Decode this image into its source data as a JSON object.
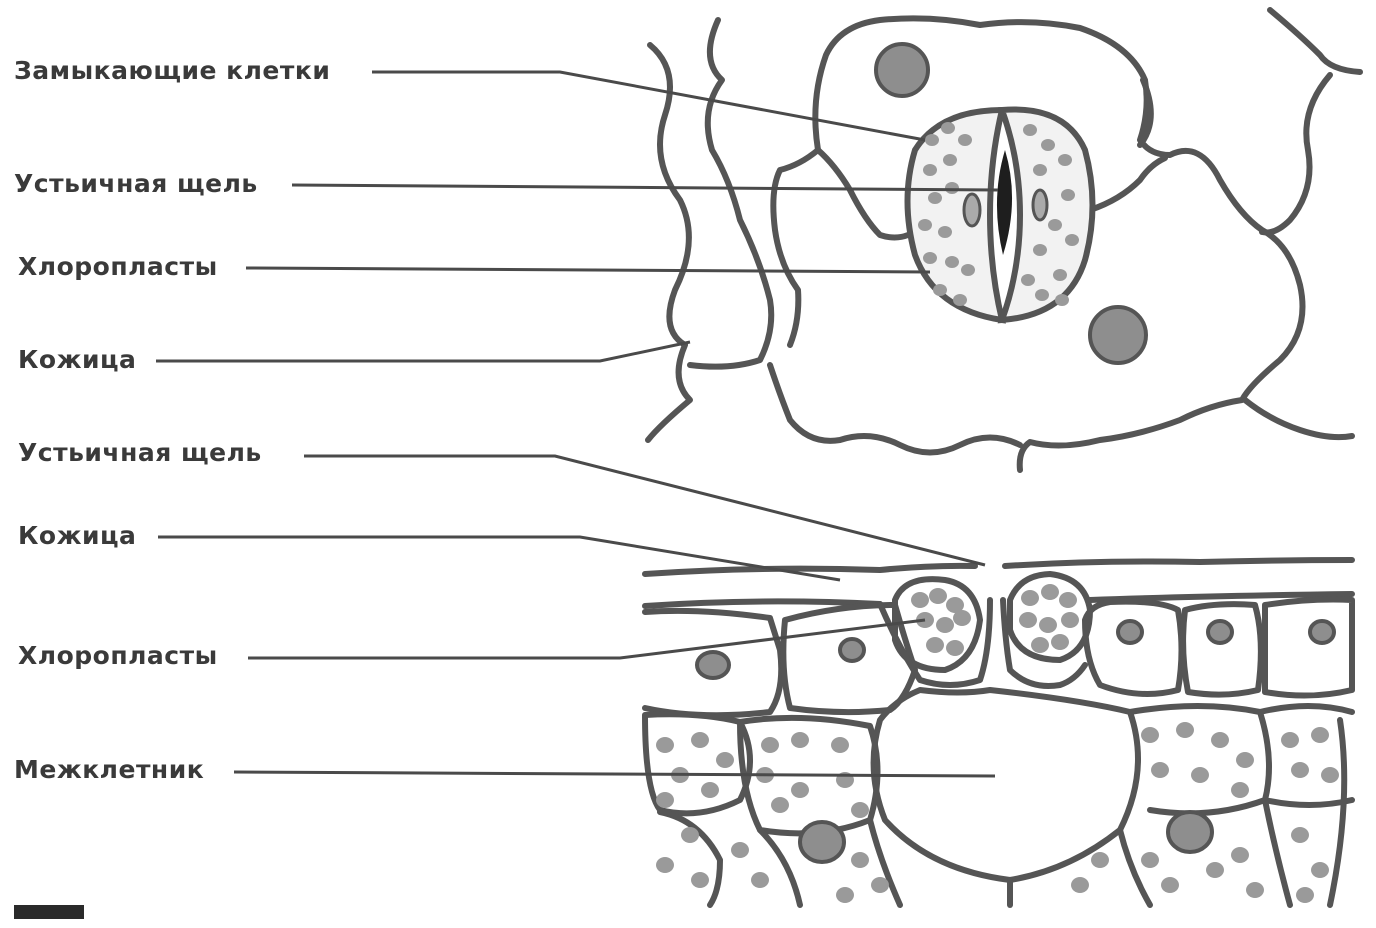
{
  "diagram": {
    "labels": [
      {
        "id": "guard-cells",
        "text": "Замыкающие клетки"
      },
      {
        "id": "stomatal-pore-top",
        "text": "Устьичная щель"
      },
      {
        "id": "chloroplasts-top",
        "text": "Хлоропласты"
      },
      {
        "id": "epidermis-top",
        "text": "Кожица"
      },
      {
        "id": "stomatal-pore-section",
        "text": "Устьичная щель"
      },
      {
        "id": "epidermis-section",
        "text": "Кожица"
      },
      {
        "id": "chloroplasts-section",
        "text": "Хлоропласты"
      },
      {
        "id": "intercellular-space",
        "text": "Межклетник"
      }
    ]
  },
  "colors": {
    "line": "#555555",
    "leader": "#4a4a4a",
    "cell_fill": "#f0f0f0",
    "organelle": "#9a9a9a",
    "background": "#ffffff"
  }
}
